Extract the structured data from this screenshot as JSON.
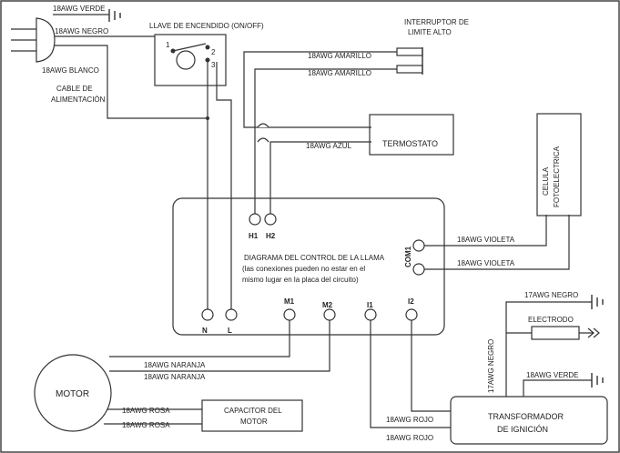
{
  "colors": {
    "line": "#333333",
    "text": "#222222",
    "background": "#ffffff",
    "border": "#444444"
  },
  "icons": {
    "ground": "ground-icon",
    "plug": "power-plug-icon",
    "arrow": "arrow-right-icon"
  },
  "labels": {
    "w_verde_plug": "18AWG VERDE",
    "w_negro_plug": "18AWG NEGRO",
    "w_blanco_plug": "18AWG BLANCO",
    "cable_l1": "CABLE DE",
    "cable_l2": "ALIMENTACIÓN",
    "switch_title": "LLAVE DE ENCENDIDO (ON/OFF)",
    "sw_1": "1",
    "sw_2": "2",
    "sw_3": "3",
    "limit_l1": "INTERRUPTOR DE",
    "limit_l2": "LIMITE ALTO",
    "w_amarillo1": "18AWG AMARILLO",
    "w_amarillo2": "18AWG AMARILLO",
    "termostato": "TERMOSTATO",
    "w_azul": "18AWG AZUL",
    "celula_l1": "CELULA",
    "celula_l2": "FOTOELECTRICA",
    "h1": "H1",
    "h2": "H2",
    "com1": "COM1",
    "ctrl_l1": "DIAGRAMA DEL CONTROL DE LA LLAMA",
    "ctrl_l2": "(las conexiones pueden no estar en el",
    "ctrl_l3": "mismo lugar en la placa del circuito)",
    "w_violeta1": "18AWG VIOLETA",
    "w_violeta2": "18AWG VIOLETA",
    "n": "N",
    "l": "L",
    "m1": "M1",
    "m2": "M2",
    "i1": "I1",
    "i2": "I2",
    "w_negro17": "17AWG NEGRO",
    "electrodo": "ELECTRODO",
    "w_negro17v": "17AWG NEGRO",
    "w_verde_tr": "18AWG VERDE",
    "motor": "MOTOR",
    "w_naranja1": "18AWG NARANJA",
    "w_naranja2": "18AWG NARANJA",
    "w_rosa1": "18AWG ROSA",
    "w_rosa2": "18AWG ROSA",
    "cap_l1": "CAPACITOR DEL",
    "cap_l2": "MOTOR",
    "w_rojo1": "18AWG ROJO",
    "w_rojo2": "18AWG ROJO",
    "trans_l1": "TRANSFORMADOR",
    "trans_l2": "DE IGNICIÓN"
  }
}
